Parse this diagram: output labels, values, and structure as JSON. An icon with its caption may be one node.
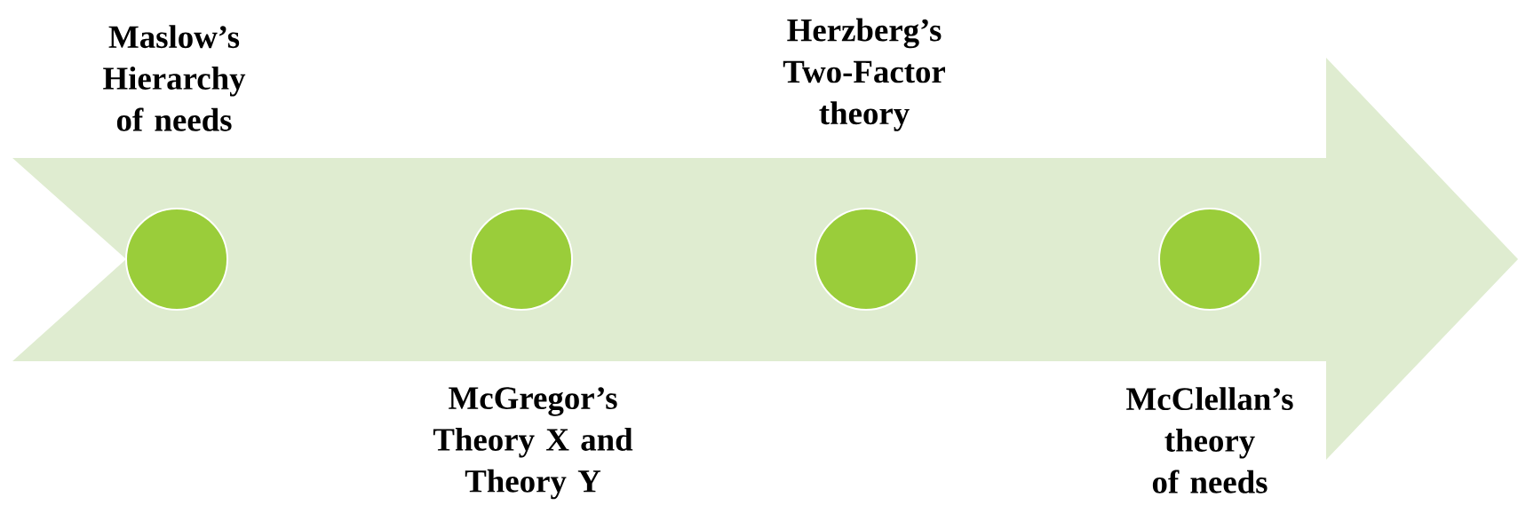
{
  "diagram": {
    "nodes": [
      {
        "text": [],
        "shape": "arrow"
      },
      {
        "text": [],
        "shape": "circle",
        "in": 0,
        "beside": [
          "Maslow’s Hierarchy of needs"
        ]
      },
      {
        "text": [],
        "shape": "circle",
        "in": 0,
        "beside": [
          "McGregor’s Theory X and Theory Y"
        ]
      },
      {
        "text": [],
        "shape": "circle",
        "in": 0,
        "beside": [
          "Herzberg’s Two-Factor theory"
        ]
      },
      {
        "text": [],
        "shape": "circle",
        "in": 0,
        "beside": [
          "McClellan’s theory of needs"
        ]
      }
    ]
  }
}
